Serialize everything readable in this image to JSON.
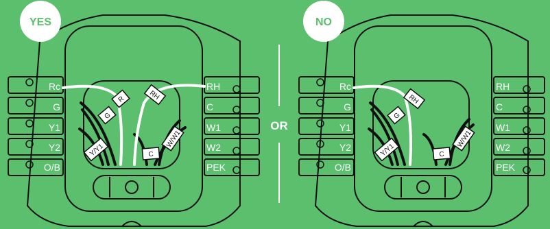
{
  "colors": {
    "background": "#5cbf6e",
    "outline": "#111111",
    "wire_white": "#ffffff",
    "wire_black": "#111111"
  },
  "separator": "OR",
  "panels": [
    {
      "badge": "YES",
      "left_terminals": [
        "Rc",
        "G",
        "Y1",
        "Y2",
        "O/B"
      ],
      "right_terminals": [
        "RH",
        "C",
        "W1",
        "W2",
        "PEK"
      ],
      "wire_tags": [
        "G",
        "R",
        "RH",
        "Y/Y1",
        "C",
        "W/W1"
      ]
    },
    {
      "badge": "NO",
      "left_terminals": [
        "Rc",
        "G",
        "Y1",
        "Y2",
        "O/B"
      ],
      "right_terminals": [
        "RH",
        "C",
        "W1",
        "W2",
        "PEK"
      ],
      "wire_tags": [
        "RH",
        "G",
        "Y/Y1",
        "C",
        "W/W1"
      ]
    }
  ]
}
